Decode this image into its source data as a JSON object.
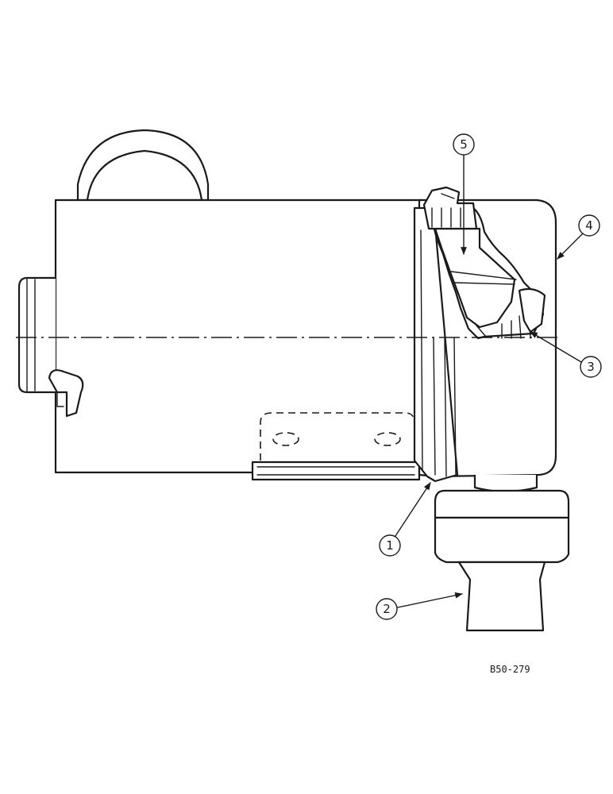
{
  "callouts": [
    {
      "label": "5"
    },
    {
      "label": "4"
    },
    {
      "label": "3"
    },
    {
      "label": "1"
    },
    {
      "label": "2"
    }
  ],
  "figure_code": "B50-279"
}
